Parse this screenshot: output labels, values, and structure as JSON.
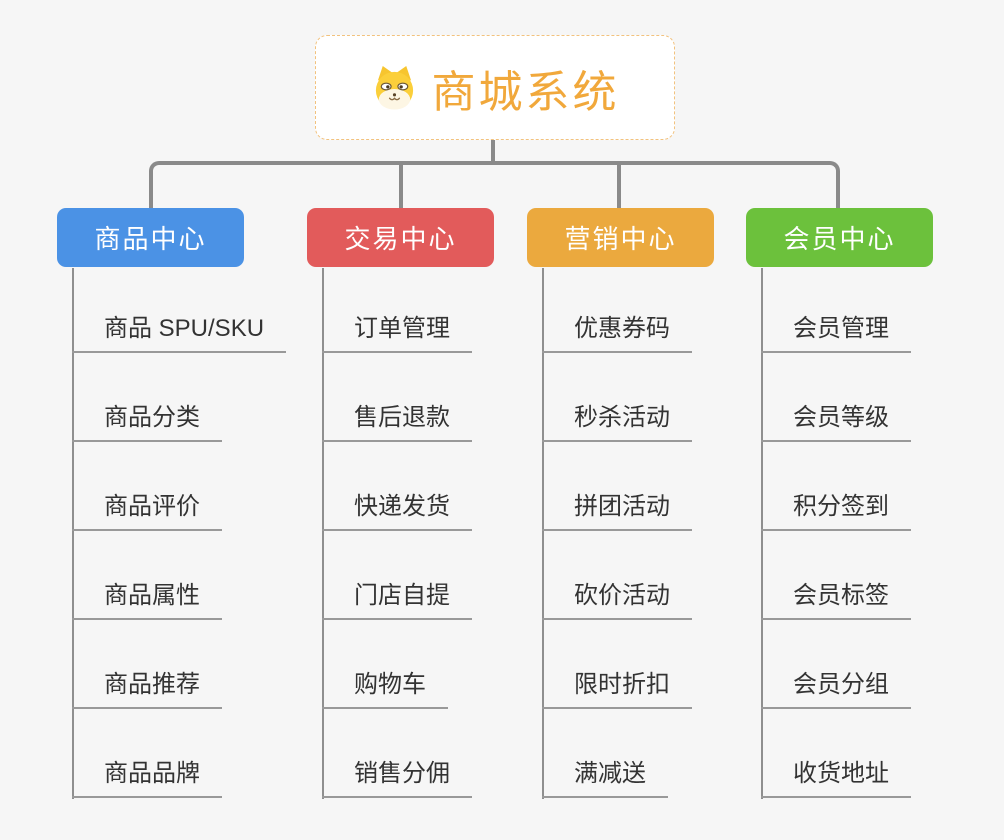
{
  "canvas": {
    "background": "#F6F6F6",
    "connector_color": "#8A8A8A",
    "leaf_line_color": "#999999",
    "leaf_text_color": "#333333"
  },
  "root": {
    "title": "商城系统",
    "icon": "shiba-dog-icon",
    "text_color": "#F1A83B",
    "border_color": "#F2C27E"
  },
  "branches": [
    {
      "label": "商品中心",
      "color": "#4B92E5",
      "children": [
        "商品 SPU/SKU",
        "商品分类",
        "商品评价",
        "商品属性",
        "商品推荐",
        "商品品牌"
      ]
    },
    {
      "label": "交易中心",
      "color": "#E25B5B",
      "children": [
        "订单管理",
        "售后退款",
        "快递发货",
        "门店自提",
        "购物车",
        "销售分佣"
      ]
    },
    {
      "label": "营销中心",
      "color": "#EBA93E",
      "children": [
        "优惠券码",
        "秒杀活动",
        "拼团活动",
        "砍价活动",
        "限时折扣",
        "满减送"
      ]
    },
    {
      "label": "会员中心",
      "color": "#6CC13C",
      "children": [
        "会员管理",
        "会员等级",
        "积分签到",
        "会员标签",
        "会员分组",
        "收货地址"
      ]
    }
  ]
}
